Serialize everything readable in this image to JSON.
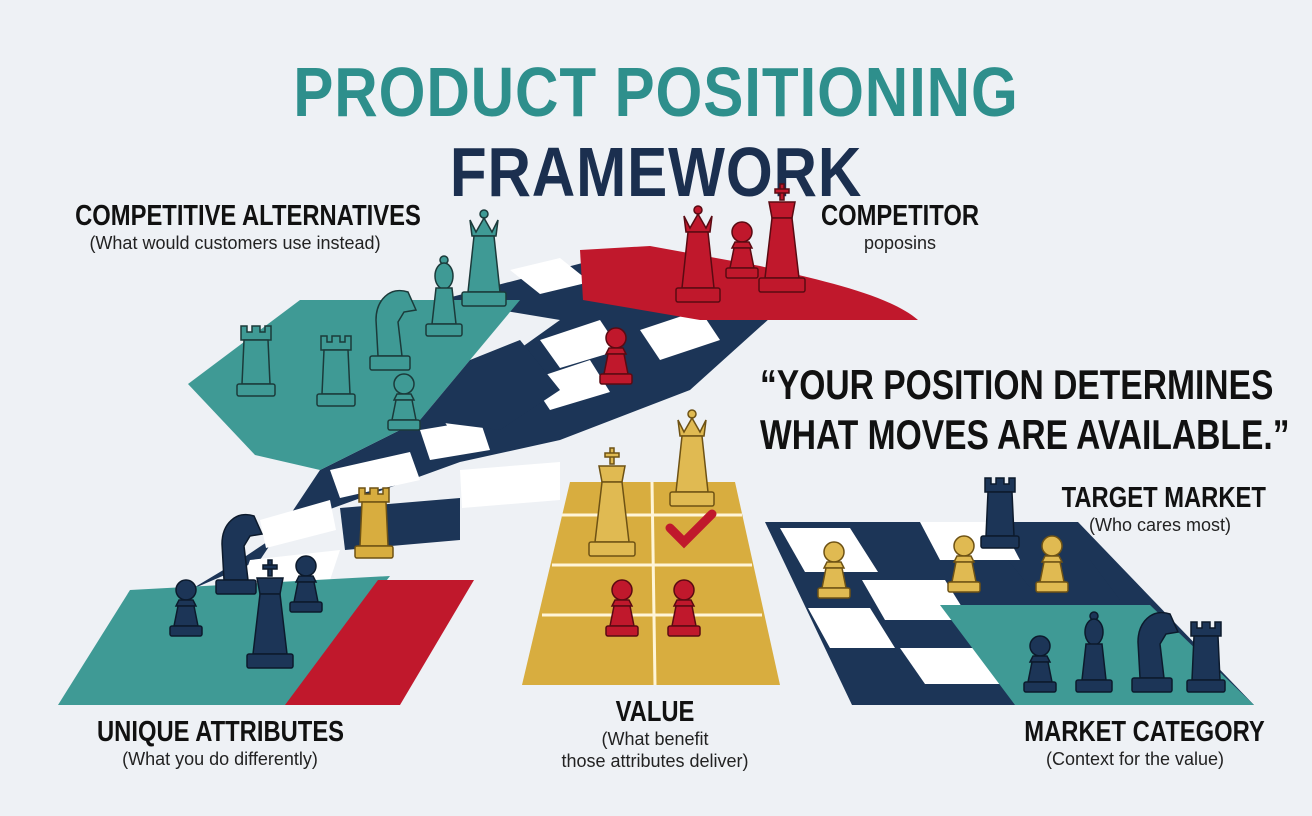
{
  "title": {
    "part1": "PRODUCT POSITIONING",
    "part2": "FRAMEWORK"
  },
  "quote": {
    "line1": "“YOUR POSITION DETERMINES",
    "line2": "WHAT MOVES ARE AVAILABLE.”"
  },
  "labels": {
    "competitive_alternatives": {
      "head": "COMPETITIVE ALTERNATIVES",
      "sub": "(What would customers use instead)"
    },
    "competitor": {
      "head": "COMPETITOR",
      "sub": "poposins"
    },
    "target_market": {
      "head": "TARGET MARKET",
      "sub": "(Who cares most)"
    },
    "unique_attributes": {
      "head": "UNIQUE ATTRIBUTES",
      "sub": "(What you do differently)"
    },
    "value": {
      "head": "VALUE",
      "sub1": "(What benefit",
      "sub2": "those attributes deliver)"
    },
    "market_category": {
      "head": "MARKET CATEGORY",
      "sub": "(Context for the value)"
    }
  },
  "colors": {
    "teal": "#3f9a95",
    "navy": "#1c3557",
    "red": "#c0182c",
    "gold": "#d8ad3f",
    "background": "#eef1f5"
  },
  "icons": [
    "chess-king-icon",
    "chess-queen-icon",
    "chess-rook-icon",
    "chess-bishop-icon",
    "chess-knight-icon",
    "chess-pawn-icon",
    "checkmark-icon"
  ]
}
